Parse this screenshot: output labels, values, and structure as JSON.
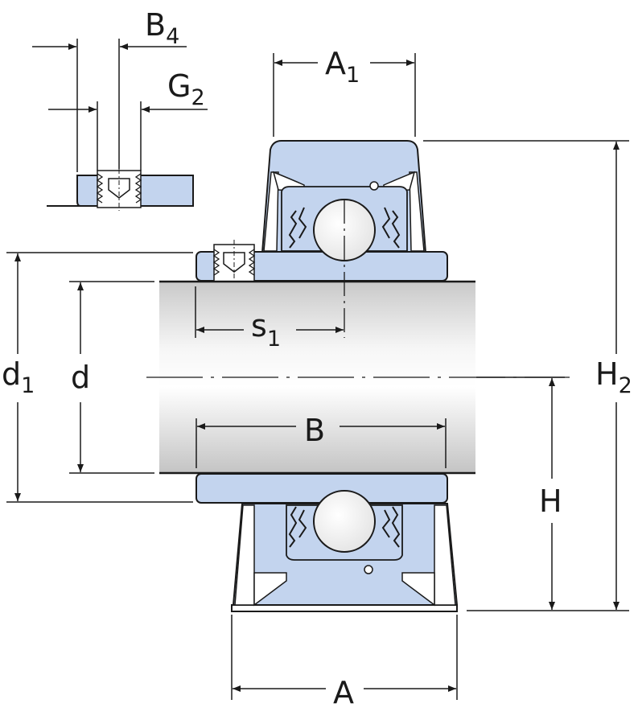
{
  "colors": {
    "housing_fill": "#c3d4ee",
    "outline": "#1a1a1a",
    "shaft_light": "#f4f4f4",
    "shaft_dark": "#cdcdcd",
    "background": "#ffffff"
  },
  "labels": {
    "B4": {
      "main": "B",
      "sub": "4"
    },
    "G2": {
      "main": "G",
      "sub": "2"
    },
    "A1": {
      "main": "A",
      "sub": "1"
    },
    "H2": {
      "main": "H",
      "sub": "2"
    },
    "s1": {
      "main": "s",
      "sub": "1"
    },
    "d1": {
      "main": "d",
      "sub": "1"
    },
    "d": {
      "main": "d"
    },
    "B": {
      "main": "B"
    },
    "H": {
      "main": "H"
    },
    "A": {
      "main": "A"
    }
  }
}
